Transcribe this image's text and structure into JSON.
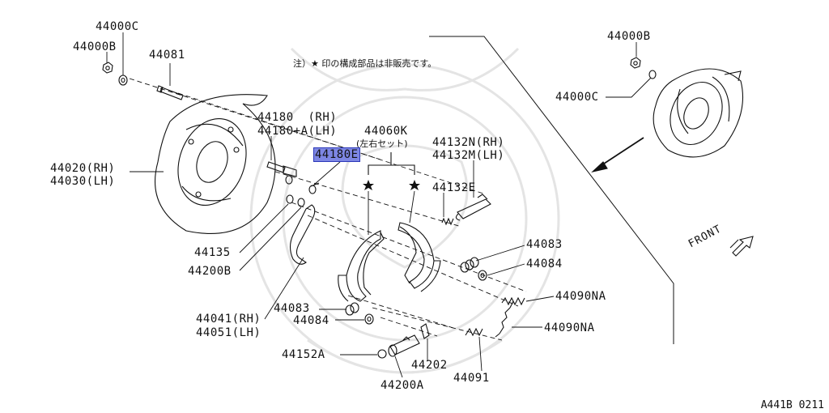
{
  "note": "注）★ 印の構成部品は非販売です。",
  "front": "FRONT",
  "code": "A441B 0211",
  "labels": {
    "p44000C_l": "44000C",
    "p44000B_l": "44000B",
    "p44081": "44081",
    "p44180_rh": "44180  (RH)",
    "p44180_lh": "44180+A(LH)",
    "p44060K": "44060K",
    "p44060K_sub": "(左右セット)",
    "p44180E": "44180E",
    "p44132N": "44132N(RH)",
    "p44132M": "44132M(LH)",
    "p44020": "44020(RH)",
    "p44030": "44030(LH)",
    "p44132E": "44132E",
    "p44135": "44135",
    "p44200B": "44200B",
    "p44083_r": "44083",
    "p44084_r": "44084",
    "p44090NA_1": "44090NA",
    "p44090NA_2": "44090NA",
    "p44041": "44041(RH)",
    "p44051": "44051(LH)",
    "p44083_l": "44083",
    "p44084_l": "44084",
    "p44152A": "44152A",
    "p44202": "44202",
    "p44091": "44091",
    "p44200A": "44200A",
    "p44000B_r": "44000B",
    "p44000C_r": "44000C"
  }
}
